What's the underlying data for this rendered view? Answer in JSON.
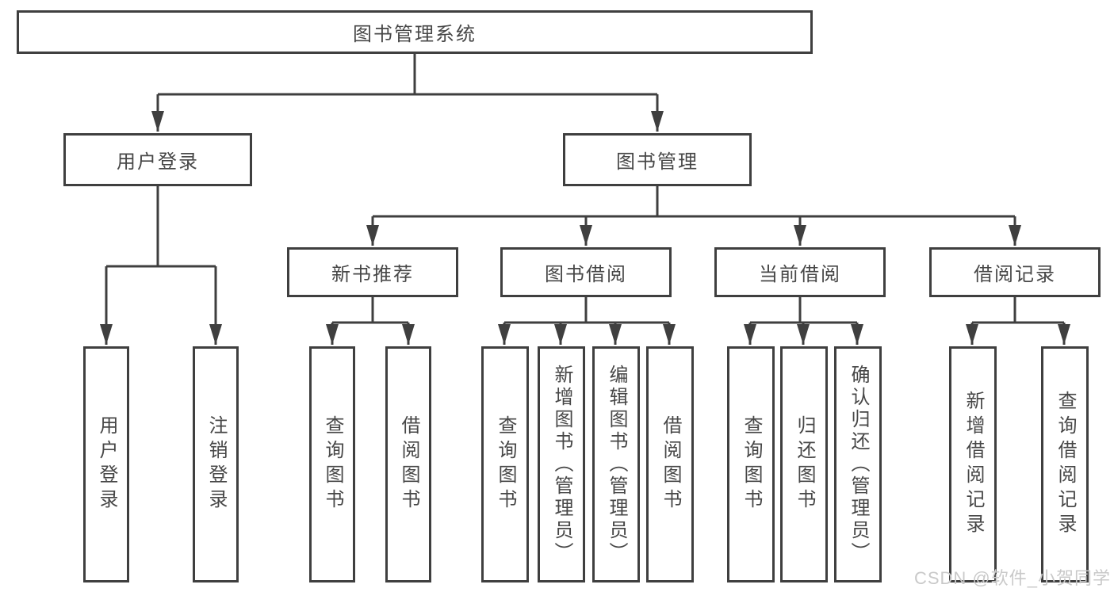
{
  "diagram": {
    "root": {
      "label": "图书管理系统"
    },
    "level2": [
      {
        "id": "user-login",
        "label": "用户登录"
      },
      {
        "id": "book-management",
        "label": "图书管理"
      }
    ],
    "level3": [
      {
        "id": "new-book-recommend",
        "label": "新书推荐"
      },
      {
        "id": "book-borrow",
        "label": "图书借阅"
      },
      {
        "id": "current-borrow",
        "label": "当前借阅"
      },
      {
        "id": "borrow-records",
        "label": "借阅记录"
      }
    ],
    "level4": [
      {
        "group": "用户登录",
        "label": "用户登录"
      },
      {
        "group": "用户登录",
        "label": "注销登录"
      },
      {
        "group": "新书推荐",
        "label": "查询图书"
      },
      {
        "group": "新书推荐",
        "label": "借阅图书"
      },
      {
        "group": "图书借阅",
        "label": "查询图书"
      },
      {
        "group": "图书借阅",
        "label": "新增图书（管理员）"
      },
      {
        "group": "图书借阅",
        "label": "编辑图书（管理员）"
      },
      {
        "group": "图书借阅",
        "label": "借阅图书"
      },
      {
        "group": "当前借阅",
        "label": "查询图书"
      },
      {
        "group": "当前借阅",
        "label": "归还图书"
      },
      {
        "group": "当前借阅",
        "label": "确认归还（管理员）"
      },
      {
        "group": "借阅记录",
        "label": "新增借阅记录"
      },
      {
        "group": "借阅记录",
        "label": "查询借阅记录"
      }
    ]
  },
  "watermark": "CSDN @软件_小贺同学",
  "colors": {
    "line": "#3f3f3f",
    "text": "#474747",
    "box_background": "#ffffff",
    "watermark": "#c9c9c9"
  }
}
